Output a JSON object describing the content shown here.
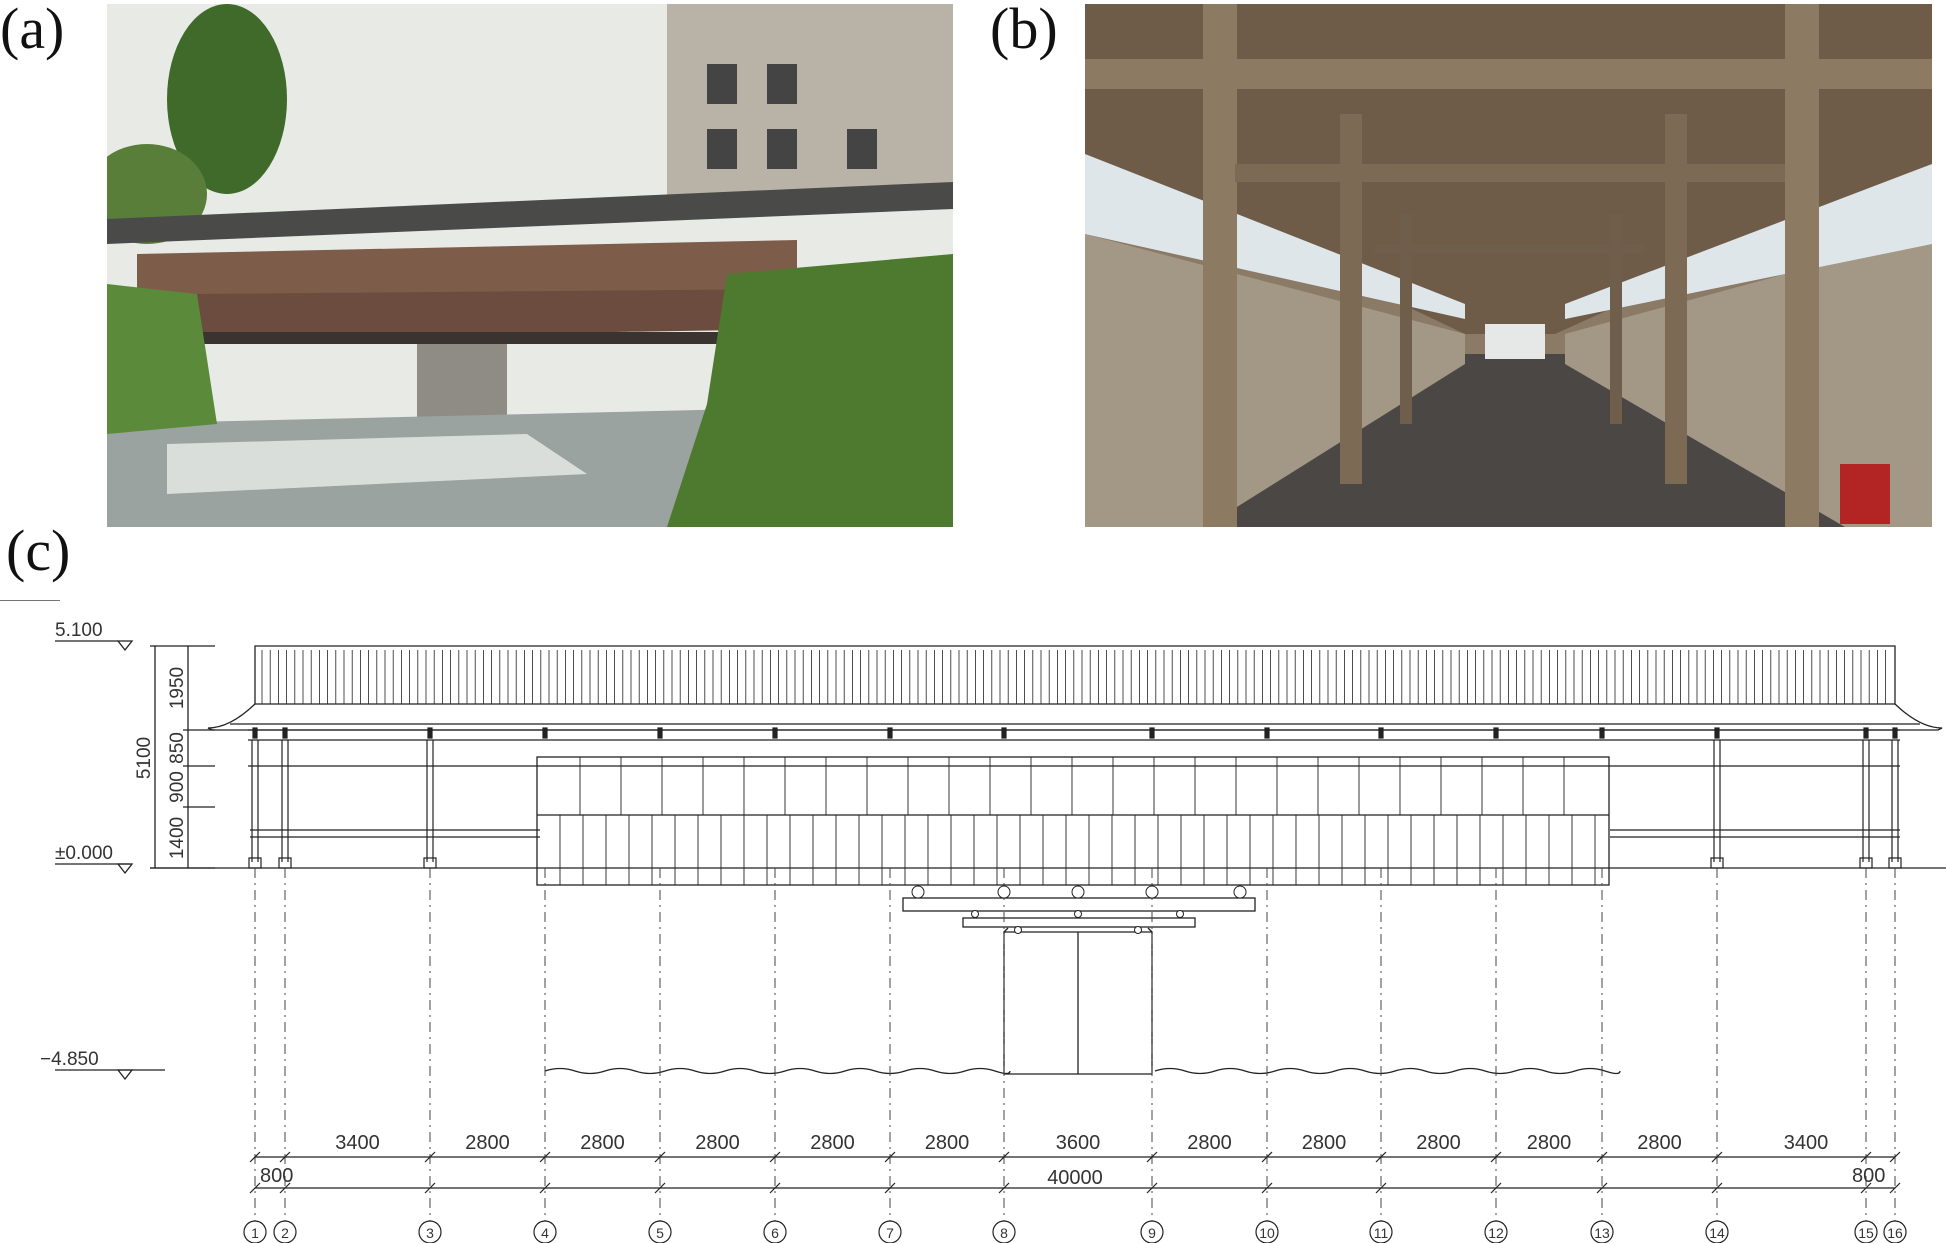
{
  "panels": {
    "a": "(a)",
    "b": "(b)",
    "c": "(c)"
  },
  "elevations": {
    "top": "5.100",
    "ground": "±0.000",
    "river": "−4.850"
  },
  "vertical_dims": [
    "5100",
    "1950",
    "850",
    "900",
    "1400"
  ],
  "span_dims": [
    "3400",
    "2800",
    "2800",
    "2800",
    "2800",
    "2800",
    "3600",
    "2800",
    "2800",
    "2800",
    "2800",
    "2800",
    "3400"
  ],
  "end_dims": {
    "left": "800",
    "right": "800"
  },
  "total_length": "40000",
  "axis_numbers": [
    "1",
    "2",
    "3",
    "4",
    "5",
    "6",
    "7",
    "8",
    "9",
    "10",
    "11",
    "12",
    "13",
    "14",
    "15",
    "16"
  ],
  "colors": {
    "line": "#222222",
    "sky": "#e9ecef",
    "wood": "#7a5a48",
    "green": "#4d7a2e",
    "water": "#9aa3a0"
  }
}
